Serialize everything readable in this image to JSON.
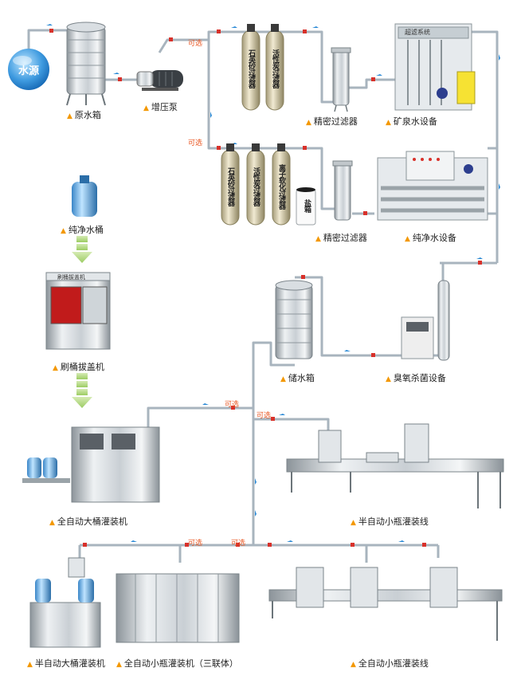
{
  "source_label": "水源",
  "optional_label": "可选",
  "equipment": {
    "raw_tank": "原水箱",
    "booster_pump": "增压泵",
    "quartz_filter": "石英砂过滤器",
    "carbon_filter": "活性炭过滤器",
    "softener": "离子软化过滤器",
    "salt_box": "盐箱",
    "precision_filter_1": "精密过滤器",
    "precision_filter_2": "精密过滤器",
    "mineral_equipment": "矿泉水设备",
    "pure_equipment": "纯净水设备",
    "pure_bucket": "纯净水桶",
    "brush_machine": "刷桶拔盖机",
    "storage_tank": "储水箱",
    "ozone_equipment": "臭氧杀菌设备",
    "auto_bucket_filler": "全自动大桶灌装机",
    "semi_bottle_line": "半自动小瓶灌装线",
    "semi_bucket_filler": "半自动大桶灌装机",
    "auto_bottle_filler_3in1": "全自动小瓶灌装机（三联体）",
    "auto_bottle_line": "全自动小瓶灌装线"
  },
  "panel_text": {
    "mineral_panel": "超滤系统",
    "brush_panel": "刷桶拔盖机"
  },
  "colors": {
    "pipe": "#a8b4be",
    "flow_arrow": "#2b8ad6",
    "optional": "#e8531e",
    "marker": "#f39800",
    "valve": "#d8312a"
  }
}
